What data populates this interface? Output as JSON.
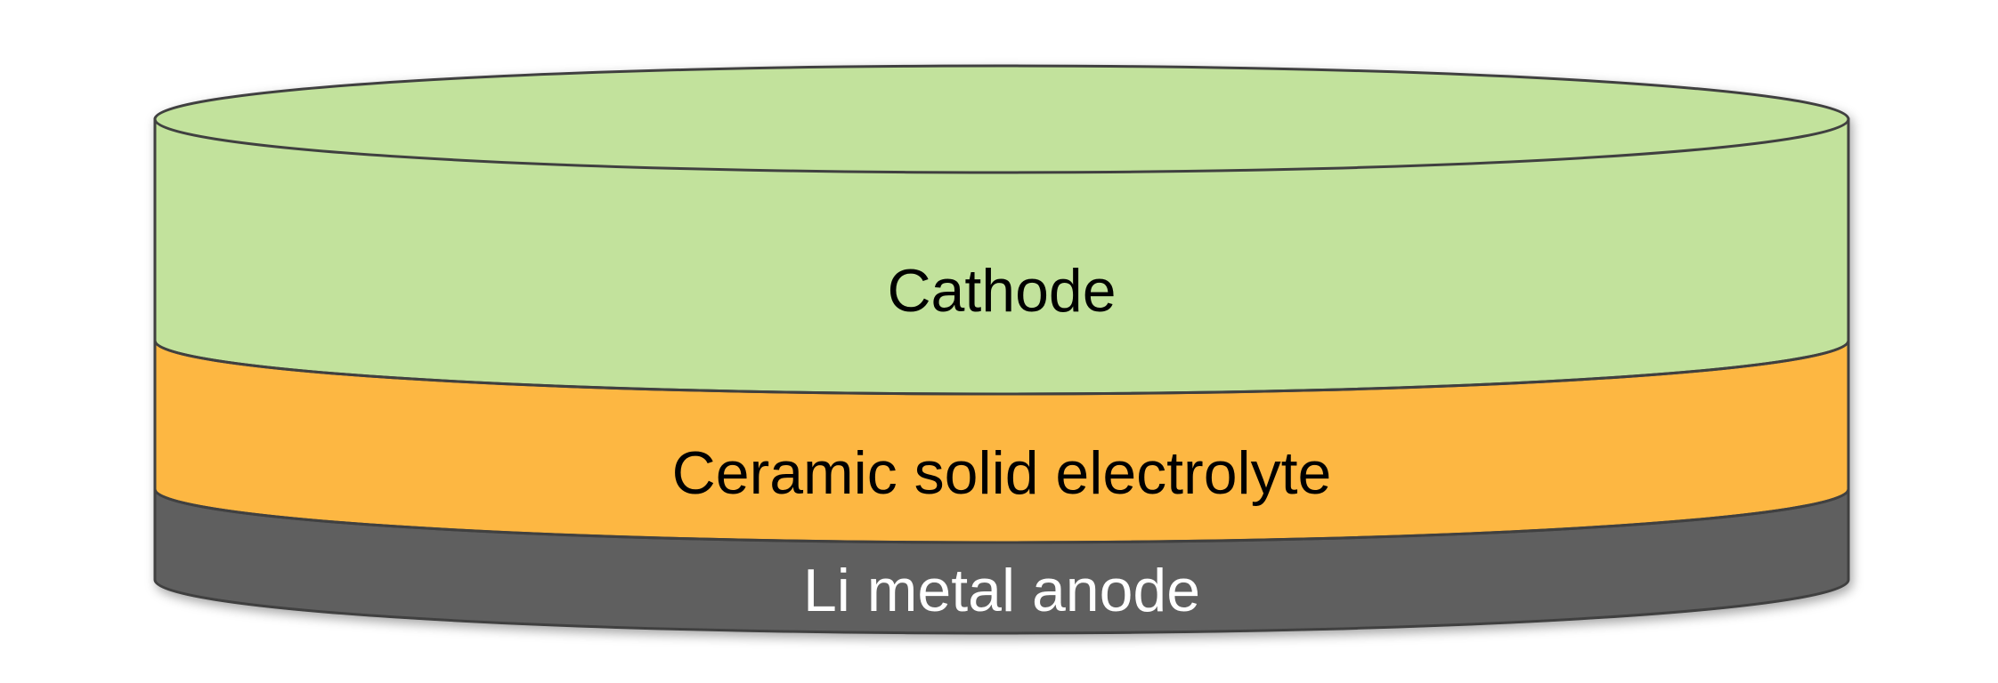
{
  "diagram": {
    "layers": [
      {
        "id": "cathode",
        "label": "Cathode",
        "fill": "#c2e29c",
        "text_color": "#000000"
      },
      {
        "id": "electrolyte",
        "label": "Ceramic solid electrolyte",
        "fill": "#fdb743",
        "text_color": "#000000"
      },
      {
        "id": "anode",
        "label": "Li metal anode",
        "fill": "#5f5f5f",
        "text_color": "#ffffff"
      }
    ],
    "outline_color": "#404040"
  }
}
